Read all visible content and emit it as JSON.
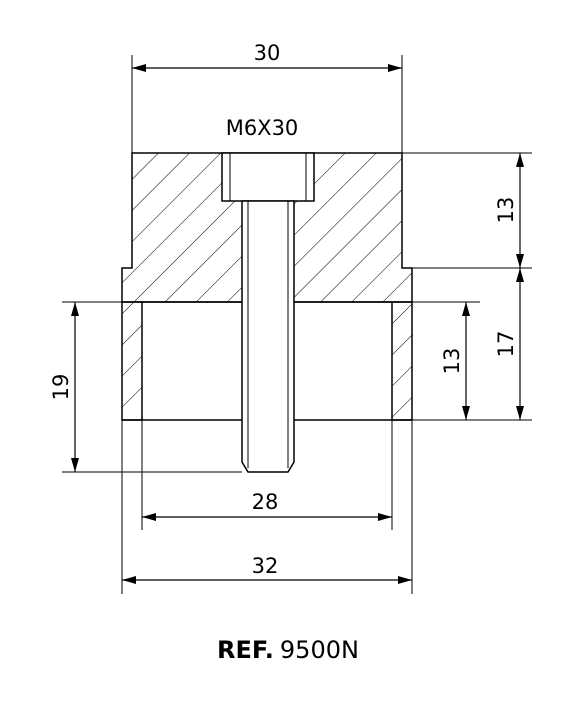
{
  "drawing": {
    "dimensions": {
      "top_width": "30",
      "screw": "M6X30",
      "upper_height": "13",
      "lower_height": "17",
      "inner_height": "13",
      "overall_left": "19",
      "inner_width": "28",
      "outer_width": "32"
    }
  },
  "reference": {
    "label": "REF.",
    "number": "9500N"
  }
}
